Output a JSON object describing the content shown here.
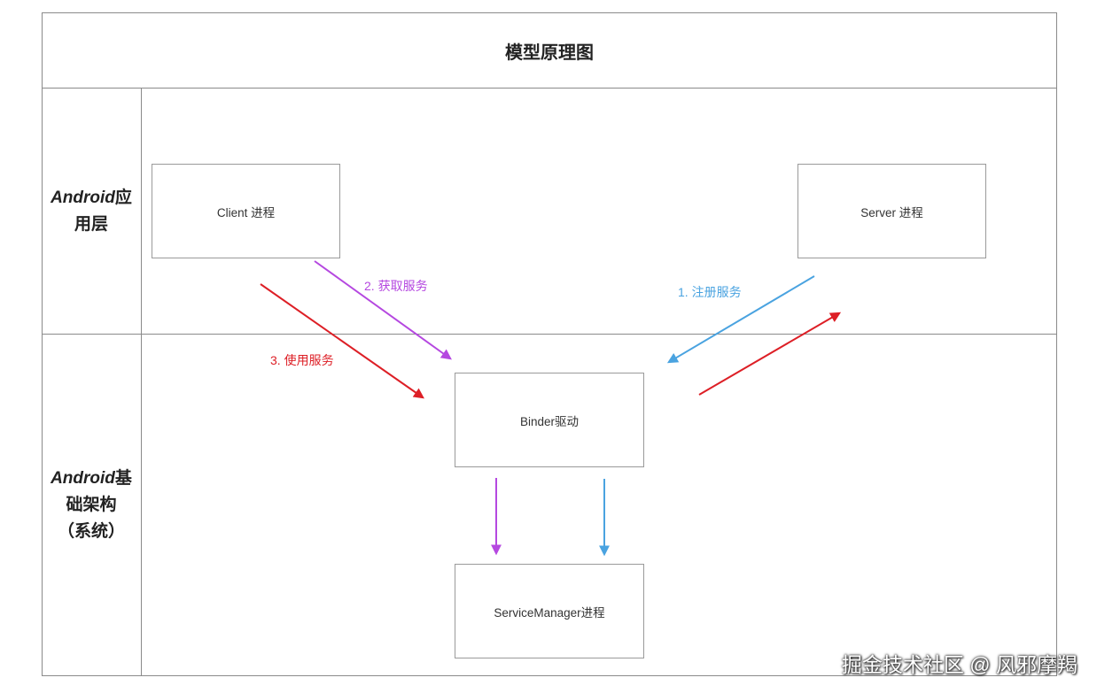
{
  "title": "模型原理图",
  "lanes": {
    "app": {
      "en": "Android",
      "zh_line1": "应",
      "zh_line2": "用层"
    },
    "framework": {
      "en": "Android",
      "zh_line1": "基",
      "zh_line2": "础架构",
      "zh_line3": "（系统）"
    }
  },
  "nodes": {
    "client": "Client 进程",
    "server": "Server 进程",
    "binder": "Binder驱动",
    "service_manager": "ServiceManager进程"
  },
  "edges": {
    "register": {
      "label": "1. 注册服务",
      "color": "#4aa3e0"
    },
    "get": {
      "label": "2. 获取服务",
      "color": "#b548e0"
    },
    "use": {
      "label": "3. 使用服务",
      "color": "#dd1f26"
    }
  },
  "watermark": "掘金技术社区 @ 风邪摩羯"
}
